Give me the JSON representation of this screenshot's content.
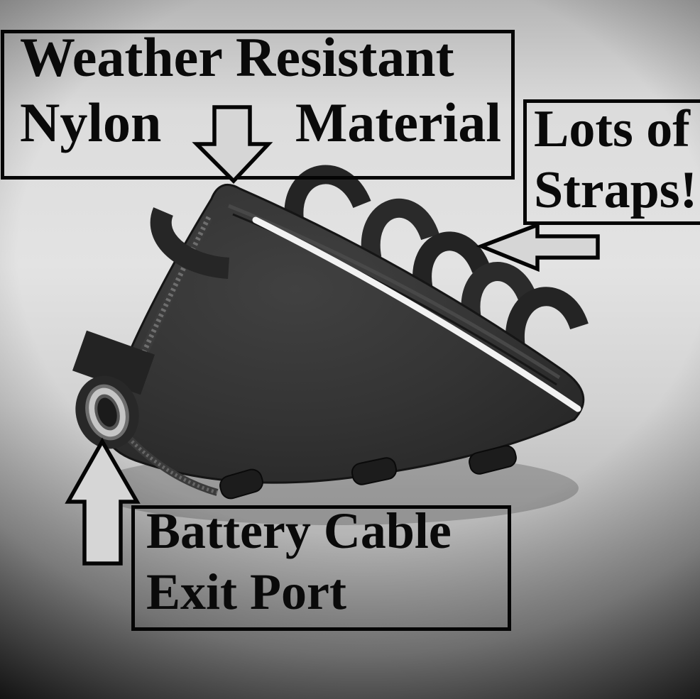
{
  "colors": {
    "ink": "#050505",
    "background_center": "#e2e2e2",
    "background_edge": "#0d0d0d",
    "bag_body": "#303030",
    "stripe": "#f2f2f2",
    "port_ring": "#c6c6c6",
    "arrow_fill": "#d6d6d6"
  },
  "annotations": {
    "material": {
      "line1": "Weather Resistant",
      "word_left": "Nylon",
      "word_right": "Material"
    },
    "straps": {
      "line1": "Lots of",
      "line2": "Straps!"
    },
    "cable_port": {
      "line1": "Battery Cable",
      "line2": "Exit Port"
    }
  },
  "icons": {
    "material_arrow": "down-arrow",
    "straps_arrow": "left-arrow",
    "cable_port_arrow": "up-arrow"
  }
}
